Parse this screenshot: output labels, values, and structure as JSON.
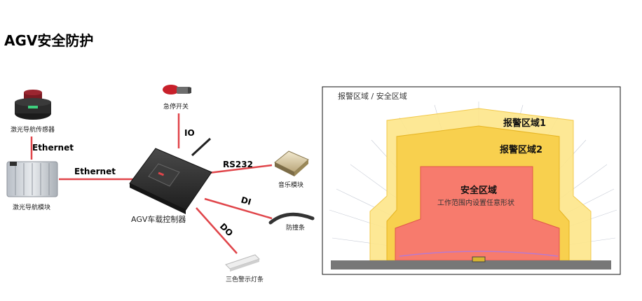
{
  "page": {
    "title": "AGV安全防护"
  },
  "diagram": {
    "devices": {
      "laser_sensor": "激光导航传感器",
      "nav_module": "激光导航模块",
      "estop": "急停开关",
      "controller": "AGV车载控制器",
      "music": "音乐模块",
      "bumper": "防撞条",
      "light_bar": "三色警示灯条"
    },
    "links": {
      "ethernet_1": "Ethernet",
      "ethernet_2": "Ethernet",
      "io": "IO",
      "rs232": "RS232",
      "di": "DI",
      "do": "DO"
    },
    "link_color": "#e0454a"
  },
  "zones": {
    "header": "报警区域 / 安全区域",
    "alarm1": "报警区域1",
    "alarm2": "报警区域2",
    "safe": "安全区域",
    "safe_sub": "工作范围内设置任意形状",
    "colors": {
      "alarm1": "#fde58a",
      "alarm2": "#f8cf4a",
      "safe": "#f77b6d"
    }
  }
}
